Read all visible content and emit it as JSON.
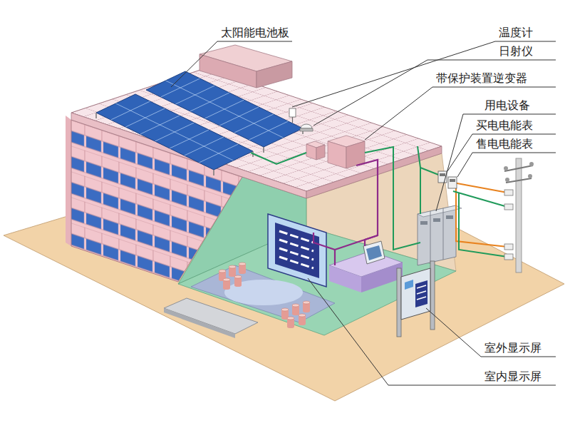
{
  "diagram": {
    "labels": [
      "太阳能电池板",
      "温度计",
      "日射仪",
      "带保护装置逆变器",
      "用电设备",
      "买电电能表",
      "售电电能表",
      "室外显示屏",
      "室内显示屏"
    ]
  }
}
